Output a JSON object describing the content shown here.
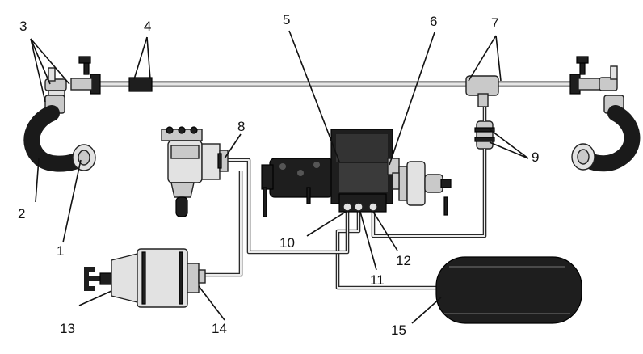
{
  "labels": [
    {
      "id": "1",
      "text": "1"
    },
    {
      "id": "2",
      "text": "2"
    },
    {
      "id": "3",
      "text": "3"
    },
    {
      "id": "4",
      "text": "4"
    },
    {
      "id": "5",
      "text": "5"
    },
    {
      "id": "6",
      "text": "6"
    },
    {
      "id": "7",
      "text": "7"
    },
    {
      "id": "8",
      "text": "8"
    },
    {
      "id": "9",
      "text": "9"
    },
    {
      "id": "10",
      "text": "10"
    },
    {
      "id": "11",
      "text": "11"
    },
    {
      "id": "12",
      "text": "12"
    },
    {
      "id": "13",
      "text": "13"
    },
    {
      "id": "14",
      "text": "14"
    },
    {
      "id": "15",
      "text": "15"
    }
  ]
}
